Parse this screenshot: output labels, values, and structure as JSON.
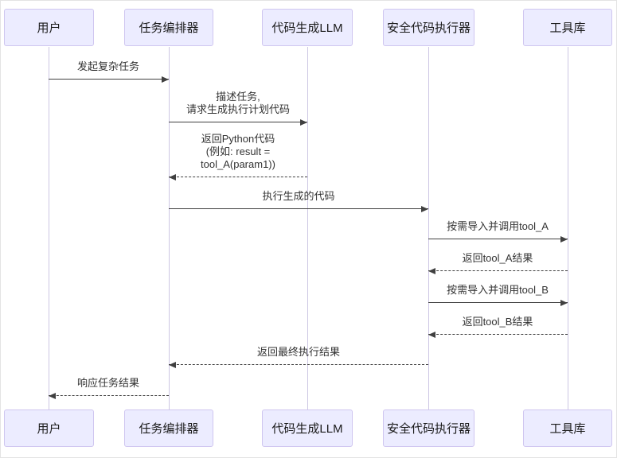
{
  "diagram": {
    "type": "sequence-diagram",
    "actors": [
      {
        "label": "用户"
      },
      {
        "label": "任务编排器"
      },
      {
        "label": "代码生成LLM"
      },
      {
        "label": "安全代码执行器"
      },
      {
        "label": "工具库"
      }
    ],
    "messages": [
      {
        "from": "用户",
        "to": "任务编排器",
        "line": "solid",
        "text": "发起复杂任务"
      },
      {
        "from": "任务编排器",
        "to": "代码生成LLM",
        "line": "solid",
        "text": "描述任务,\n请求生成执行计划代码"
      },
      {
        "from": "代码生成LLM",
        "to": "任务编排器",
        "line": "dashed",
        "text": "返回Python代码\n(例如: result =\ntool_A(param1))"
      },
      {
        "from": "任务编排器",
        "to": "安全代码执行器",
        "line": "solid",
        "text": "执行生成的代码"
      },
      {
        "from": "安全代码执行器",
        "to": "工具库",
        "line": "solid",
        "text": "按需导入并调用tool_A"
      },
      {
        "from": "工具库",
        "to": "安全代码执行器",
        "line": "dashed",
        "text": "返回tool_A结果"
      },
      {
        "from": "安全代码执行器",
        "to": "工具库",
        "line": "solid",
        "text": "按需导入并调用tool_B"
      },
      {
        "from": "工具库",
        "to": "安全代码执行器",
        "line": "dashed",
        "text": "返回tool_B结果"
      },
      {
        "from": "安全代码执行器",
        "to": "任务编排器",
        "line": "dashed",
        "text": "返回最终执行结果"
      },
      {
        "from": "任务编排器",
        "to": "用户",
        "line": "dashed",
        "text": "响应任务结果"
      }
    ],
    "colors": {
      "actor_fill": "#ECECFF",
      "actor_border": "#CFC6F0",
      "lifeline": "#CCC6E3",
      "arrow": "#404040",
      "text": "#333333"
    }
  }
}
